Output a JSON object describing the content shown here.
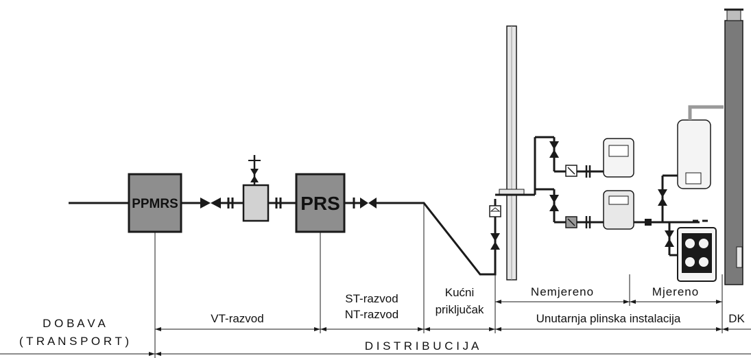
{
  "diagram": {
    "blocks": {
      "ppmrs": "PPMRS",
      "prs": "PRS"
    },
    "sections": {
      "dobava_line1": "D O B A V A",
      "dobava_line2": "( T R A N S P O R T )",
      "vt": "VT-razvod",
      "st": "ST-razvod",
      "nt": "NT-razvod",
      "kucni1": "Kućni",
      "kucni2": "priključak",
      "nemjereno": "Nemjereno",
      "mjereno": "Mjereno",
      "unutarnja": "Unutarnja plinska instalacija",
      "dk": "DK",
      "distribucija": "D I S T R I B U C I J A"
    }
  },
  "colors": {
    "line": "#1a1a1a",
    "block_fill": "#8e8e8e",
    "regulator_fill": "#d2d2d2",
    "chimney_fill": "#7a7a7a",
    "column_fill": "#e6e6e6"
  }
}
